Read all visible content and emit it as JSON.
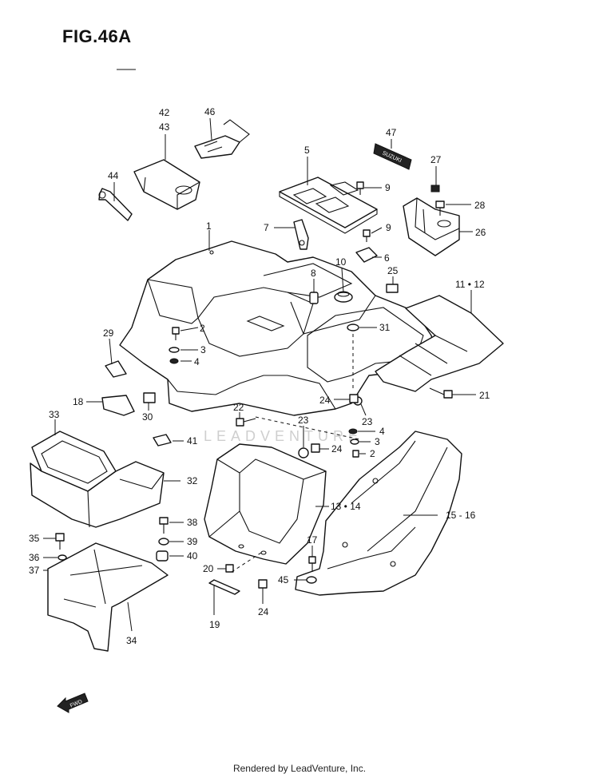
{
  "figure": {
    "title": "FIG.46A"
  },
  "watermark": "LEADVENTURE",
  "footer": "Rendered by LeadVenture, Inc.",
  "callouts": [
    "1",
    "2",
    "3",
    "4",
    "5",
    "6",
    "7",
    "8",
    "9",
    "10",
    "11 • 12",
    "13 • 14",
    "15 - 16",
    "17",
    "18",
    "19",
    "20",
    "21",
    "22",
    "23",
    "24",
    "25",
    "26",
    "27",
    "28",
    "29",
    "30",
    "31",
    "32",
    "33",
    "34",
    "35",
    "36",
    "37",
    "38",
    "39",
    "40",
    "41",
    "42",
    "43",
    "44",
    "45",
    "46",
    "47"
  ],
  "labels": {
    "n1": "1",
    "n2a": "2",
    "n2b": "2",
    "n3a": "3",
    "n3b": "3",
    "n4a": "4",
    "n4b": "4",
    "n5": "5",
    "n6": "6",
    "n7": "7",
    "n8": "8",
    "n9a": "9",
    "n9b": "9",
    "n10": "10",
    "n11_12": "11 • 12",
    "n13_14": "13 • 14",
    "n15_16": "15 - 16",
    "n17": "17",
    "n18": "18",
    "n19": "19",
    "n20": "20",
    "n21": "21",
    "n22": "22",
    "n23a": "23",
    "n23b": "23",
    "n24a": "24",
    "n24b": "24",
    "n24c": "24",
    "n25": "25",
    "n26": "26",
    "n27": "27",
    "n28": "28",
    "n29": "29",
    "n30": "30",
    "n31": "31",
    "n32": "32",
    "n33": "33",
    "n34": "34",
    "n35": "35",
    "n36": "36",
    "n37": "37",
    "n38": "38",
    "n39": "39",
    "n40": "40",
    "n41": "41",
    "n42": "42",
    "n43": "43",
    "n44": "44",
    "n45": "45",
    "n46": "46",
    "n47": "47"
  },
  "fwd_badge": "FWD"
}
